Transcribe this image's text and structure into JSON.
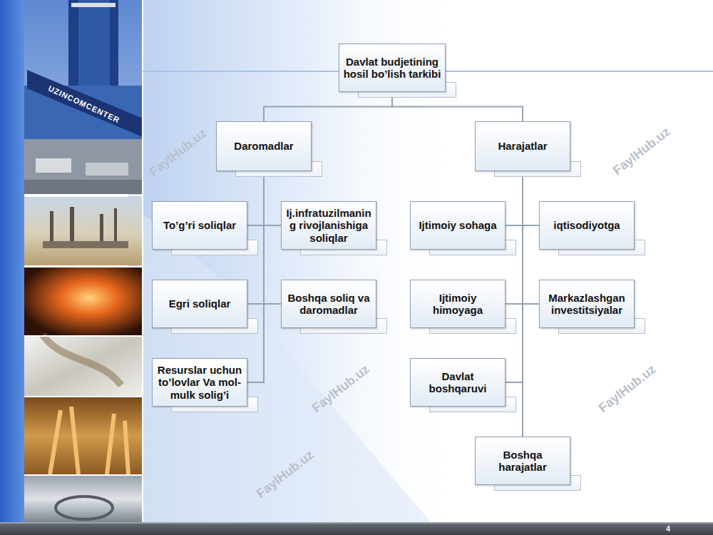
{
  "diagram": {
    "nodes": [
      {
        "text": [
          "Davlat budjetining hosil bo’lish tarkibi"
        ]
      },
      {
        "text": [
          "Daromadlar"
        ]
      },
      {
        "text": [
          "Harajatlar"
        ]
      },
      {
        "text": [
          "To’g’ri soliqlar"
        ]
      },
      {
        "text": [
          "Ij.infratuzilmaning rivojlanishiga soliqlar"
        ]
      },
      {
        "text": [
          "Egri soliqlar"
        ]
      },
      {
        "text": [
          "Boshqa soliq va daromadlar"
        ]
      },
      {
        "text": [
          "Resurslar uchun to’lovlar Va mol-mulk solig’i"
        ]
      },
      {
        "text": [
          "Ijtimoiy sohaga"
        ]
      },
      {
        "text": [
          "iqtisodiyotga"
        ]
      },
      {
        "text": [
          "Ijtimoiy himoyaga"
        ]
      },
      {
        "text": [
          "Markazlashgan investitsiyalar"
        ]
      },
      {
        "text": [
          "Davlat boshqaruvi"
        ]
      },
      {
        "text": [
          "Boshqa harajatlar"
        ]
      }
    ],
    "edges": [
      {
        "from": 0,
        "to": 1,
        "arrow": "none"
      },
      {
        "from": 0,
        "to": 2,
        "arrow": "none"
      },
      {
        "from": 1,
        "to": 3,
        "arrow": "none"
      },
      {
        "from": 1,
        "to": 4,
        "arrow": "none"
      },
      {
        "from": 1,
        "to": 5,
        "arrow": "none"
      },
      {
        "from": 1,
        "to": 6,
        "arrow": "none"
      },
      {
        "from": 1,
        "to": 7,
        "arrow": "none"
      },
      {
        "from": 2,
        "to": 8,
        "arrow": "none"
      },
      {
        "from": 2,
        "to": 9,
        "arrow": "none"
      },
      {
        "from": 2,
        "to": 10,
        "arrow": "none"
      },
      {
        "from": 2,
        "to": 11,
        "arrow": "none"
      },
      {
        "from": 2,
        "to": 12,
        "arrow": "none"
      },
      {
        "from": 2,
        "to": 13,
        "arrow": "none"
      }
    ],
    "labels": [
      "UZINCOMCENTER",
      "FaylHub.uz",
      "FaylHub.uz",
      "FaylHub.uz",
      "FaylHub.uz",
      "FaylHub.uz",
      "4"
    ]
  }
}
